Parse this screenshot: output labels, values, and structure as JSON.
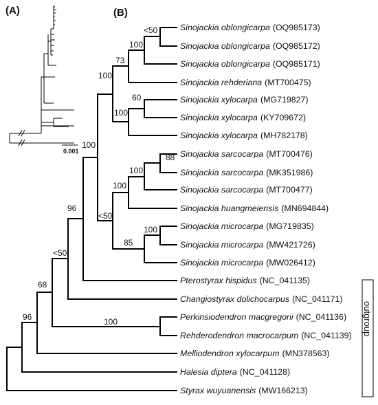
{
  "panel_a_label": "(A)",
  "panel_b_label": "(B)",
  "scale_bar_label": "0.001",
  "outgroup_label": "outgroup",
  "taxa": [
    {
      "genus": "Sinojackia oblongicarpa",
      "accession": "(OQ985173)"
    },
    {
      "genus": "Sinojackia oblongicarpa",
      "accession": "(OQ985172)"
    },
    {
      "genus": "Sinojackia oblongicarpa",
      "accession": "(OQ985171)"
    },
    {
      "genus": "Sinojackia rehderiana",
      "accession": "(MT700475)"
    },
    {
      "genus": "Sinojackia xylocarpa",
      "accession": "(MG719827)"
    },
    {
      "genus": "Sinojackia xylocarpa",
      "accession": "(KY709672)"
    },
    {
      "genus": "Sinojackia xylocarpa",
      "accession": "(MH782178)"
    },
    {
      "genus": "Sinojackia sarcocarpa",
      "accession": "(MT700476)"
    },
    {
      "genus": "Sinojackia sarcocarpa",
      "accession": "(MK351986)"
    },
    {
      "genus": "Sinojackia sarcocarpa",
      "accession": "(MT700477)"
    },
    {
      "genus": "Sinojackia huangmeiensis",
      "accession": "(MN694844)"
    },
    {
      "genus": "Sinojackia microcarpa",
      "accession": "(MG719835)"
    },
    {
      "genus": "Sinojackia microcarpa",
      "accession": "(MW421726)"
    },
    {
      "genus": "Sinojackia microcarpa",
      "accession": "(MW026412)"
    },
    {
      "genus": "Pterostyrax hispidus",
      "accession": "(NC_041135)"
    },
    {
      "genus": "Changiostyrax dolichocarpus",
      "accession": "(NC_041171)"
    },
    {
      "genus": "Perkinsiodendron macgregorii",
      "accession": "(NC_041136)"
    },
    {
      "genus": "Rehderodendron macrocarpum",
      "accession": "(NC_041139)"
    },
    {
      "genus": "Melliodendron xylocarpum",
      "accession": "(MN378563)"
    },
    {
      "genus": "Halesia diptera",
      "accession": "(NC_041128)"
    },
    {
      "genus": "Styrax wuyuanensis",
      "accession": "(MW166213)"
    }
  ],
  "support_values": [
    "<50",
    "100",
    "73",
    "100",
    "60",
    "100",
    "100",
    "88",
    "100",
    "100",
    "<50",
    "100",
    "85",
    "96",
    "<50",
    "68",
    "100",
    "96"
  ]
}
